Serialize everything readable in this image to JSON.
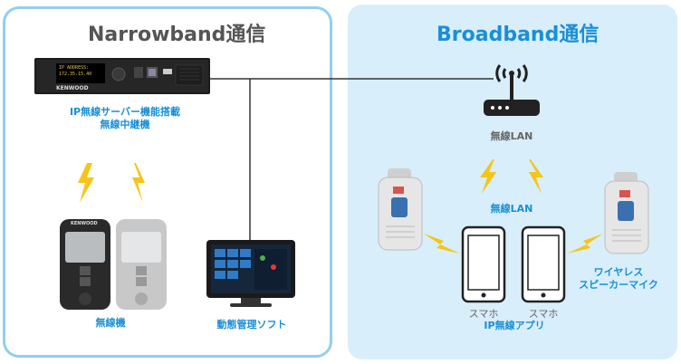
{
  "narrowband": {
    "title": "Narrowband通信",
    "repeater": {
      "display_line1": "IP ADDRESS:",
      "display_line2": "172.35.15.40",
      "brand": "KENWOOD",
      "label_line1": "IP無線サーバー機能搭載",
      "label_line2": "無線中継機"
    },
    "radio": {
      "brand": "KENWOOD",
      "label": "無線機"
    },
    "software": {
      "label": "動態管理ソフト"
    }
  },
  "broadband": {
    "title": "Broadband通信",
    "router_label": "無線LAN",
    "wifi_label": "無線LAN",
    "phone_label": "スマホ",
    "app_label": "IP無線アプリ",
    "speaker_mic_line1": "ワイヤレス",
    "speaker_mic_line2": "スピーカーマイク"
  },
  "colors": {
    "panel_border": "#8fd0ee",
    "broadband_bg": "#d8eefa",
    "accent_blue": "#1a8fd6",
    "lightning": "#f5c518"
  }
}
